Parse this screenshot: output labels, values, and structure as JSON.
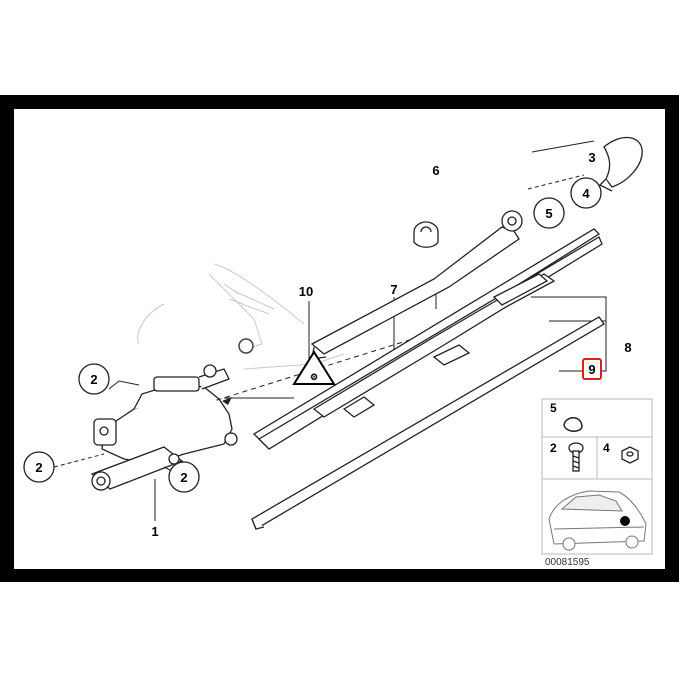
{
  "diagram": {
    "callouts": [
      {
        "id": "c1",
        "label": "1"
      },
      {
        "id": "c2a",
        "label": "2"
      },
      {
        "id": "c2b",
        "label": "2"
      },
      {
        "id": "c2c",
        "label": "2"
      },
      {
        "id": "c3",
        "label": "3"
      },
      {
        "id": "c4",
        "label": "4"
      },
      {
        "id": "c5",
        "label": "5"
      },
      {
        "id": "c6",
        "label": "6"
      },
      {
        "id": "c7",
        "label": "7"
      },
      {
        "id": "c8",
        "label": "8"
      },
      {
        "id": "c9",
        "label": "9"
      },
      {
        "id": "c10",
        "label": "10"
      }
    ],
    "legend": [
      {
        "id": "l5",
        "label": "5"
      },
      {
        "id": "l2",
        "label": "2"
      },
      {
        "id": "l4",
        "label": "4"
      }
    ],
    "highlight_color": "#d92020",
    "document_number": "00081595"
  }
}
